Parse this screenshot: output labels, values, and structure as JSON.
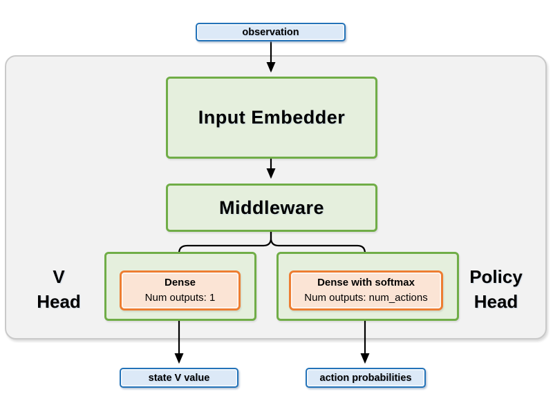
{
  "nodes": {
    "observation": {
      "label": "observation"
    },
    "input_embedder": {
      "label": "Input Embedder"
    },
    "middleware": {
      "label": "Middleware"
    },
    "v_head_group": {
      "label": "V\nHead"
    },
    "dense_v": {
      "title": "Dense",
      "subtitle": "Num outputs: 1"
    },
    "policy_head_group": {
      "label": "Policy\nHead"
    },
    "dense_policy": {
      "title": "Dense with softmax",
      "subtitle": "Num outputs: num_actions"
    },
    "state_v_value": {
      "label": "state V value"
    },
    "action_probabilities": {
      "label": "action probabilities"
    }
  },
  "colors": {
    "io_border": "#2272b8",
    "io_fill": "#dce9f7",
    "block_border": "#70ad47",
    "block_fill": "#e5efdd",
    "dense_border": "#ed7d31",
    "dense_fill": "#fbe4d5",
    "container_fill": "#f2f2f2",
    "container_border": "#c9c9c9",
    "arrow": "#000000"
  }
}
